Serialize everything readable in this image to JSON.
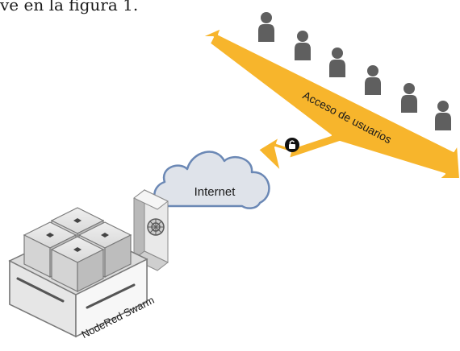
{
  "caption": "ve en la figura 1.",
  "labels": {
    "user_access": "Acceso de usuarios",
    "internet": "Internet",
    "swarm": "NodeRed Swarm"
  },
  "icons": {
    "users": "person-icon",
    "lock": "lock-icon",
    "cloud": "cloud-icon",
    "firewall": "firewall-icon",
    "servers": "server-cube-icon"
  },
  "users_count": 6,
  "colors": {
    "arrow": "#F7B52C",
    "arrow_stroke": "#ffffff",
    "person": "#5f5f5f",
    "cloud_fill": "#dfe3ea",
    "cloud_stroke": "#6b88b5",
    "server_light": "#e8e8e8",
    "server_mid": "#cfcfcf",
    "server_dark": "#a9a9a9"
  }
}
